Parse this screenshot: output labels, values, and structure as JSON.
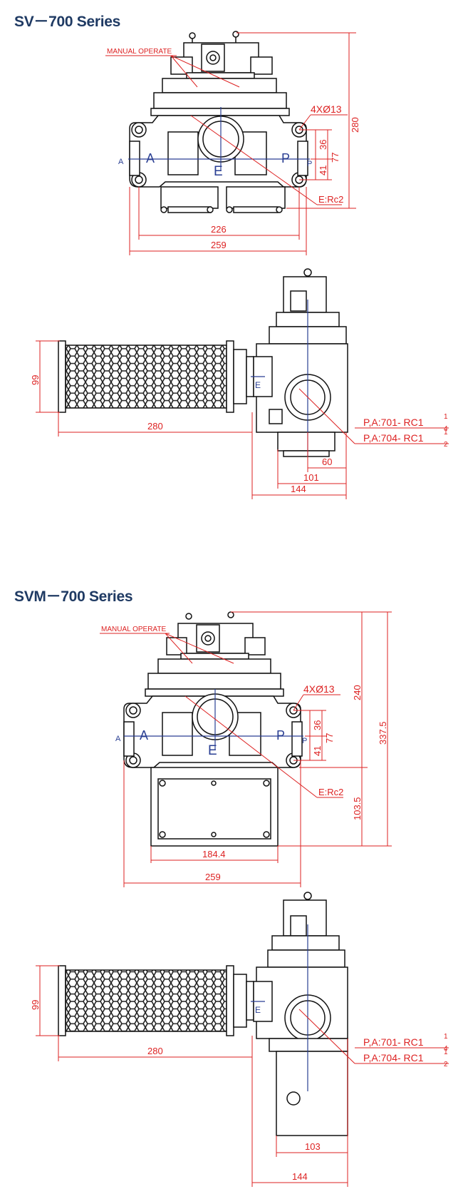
{
  "sections": [
    {
      "title": "SV－700 Series",
      "front_view": {
        "manual_operate": "MANUAL OPERATE",
        "holes": "4XØ13",
        "exhaust_thread": "E:Rc2",
        "port_a_big": "A",
        "port_a_small": "A",
        "port_p_big": "P",
        "port_p_small": "P",
        "port_e": "E",
        "dim_280": "280",
        "dim_36": "36",
        "dim_41": "41",
        "dim_77": "77",
        "dim_226": "226",
        "dim_259": "259"
      },
      "side_view": {
        "port_e": "E",
        "dim_99": "99",
        "dim_280": "280",
        "dim_60": "60",
        "dim_101": "101",
        "dim_144": "144",
        "note_701": "P,A:701-  RC1",
        "note_704": "P,A:704-  RC1",
        "frac_701_num": "1",
        "frac_701_den": "4",
        "frac_704_num": "1",
        "frac_704_den": "2"
      }
    },
    {
      "title": "SVM－700 Series",
      "front_view": {
        "manual_operate": "MANUAL OPERATE",
        "holes": "4XØ13",
        "exhaust_thread": "E:Rc2",
        "port_a_big": "A",
        "port_a_small": "A",
        "port_p_big": "P",
        "port_p_small": "P",
        "port_e": "E",
        "dim_240": "240",
        "dim_337_5": "337.5",
        "dim_36": "36",
        "dim_41": "41",
        "dim_77": "77",
        "dim_103_5": "103.5",
        "dim_184_4": "184.4",
        "dim_259": "259"
      },
      "side_view": {
        "port_e": "E",
        "dim_99": "99",
        "dim_280": "280",
        "dim_103": "103",
        "dim_144": "144",
        "note_701": "P,A:701-  RC1",
        "note_704": "P,A:704-  RC1",
        "frac_701_num": "1",
        "frac_701_den": "4",
        "frac_704_num": "1",
        "frac_704_den": "2"
      }
    }
  ]
}
